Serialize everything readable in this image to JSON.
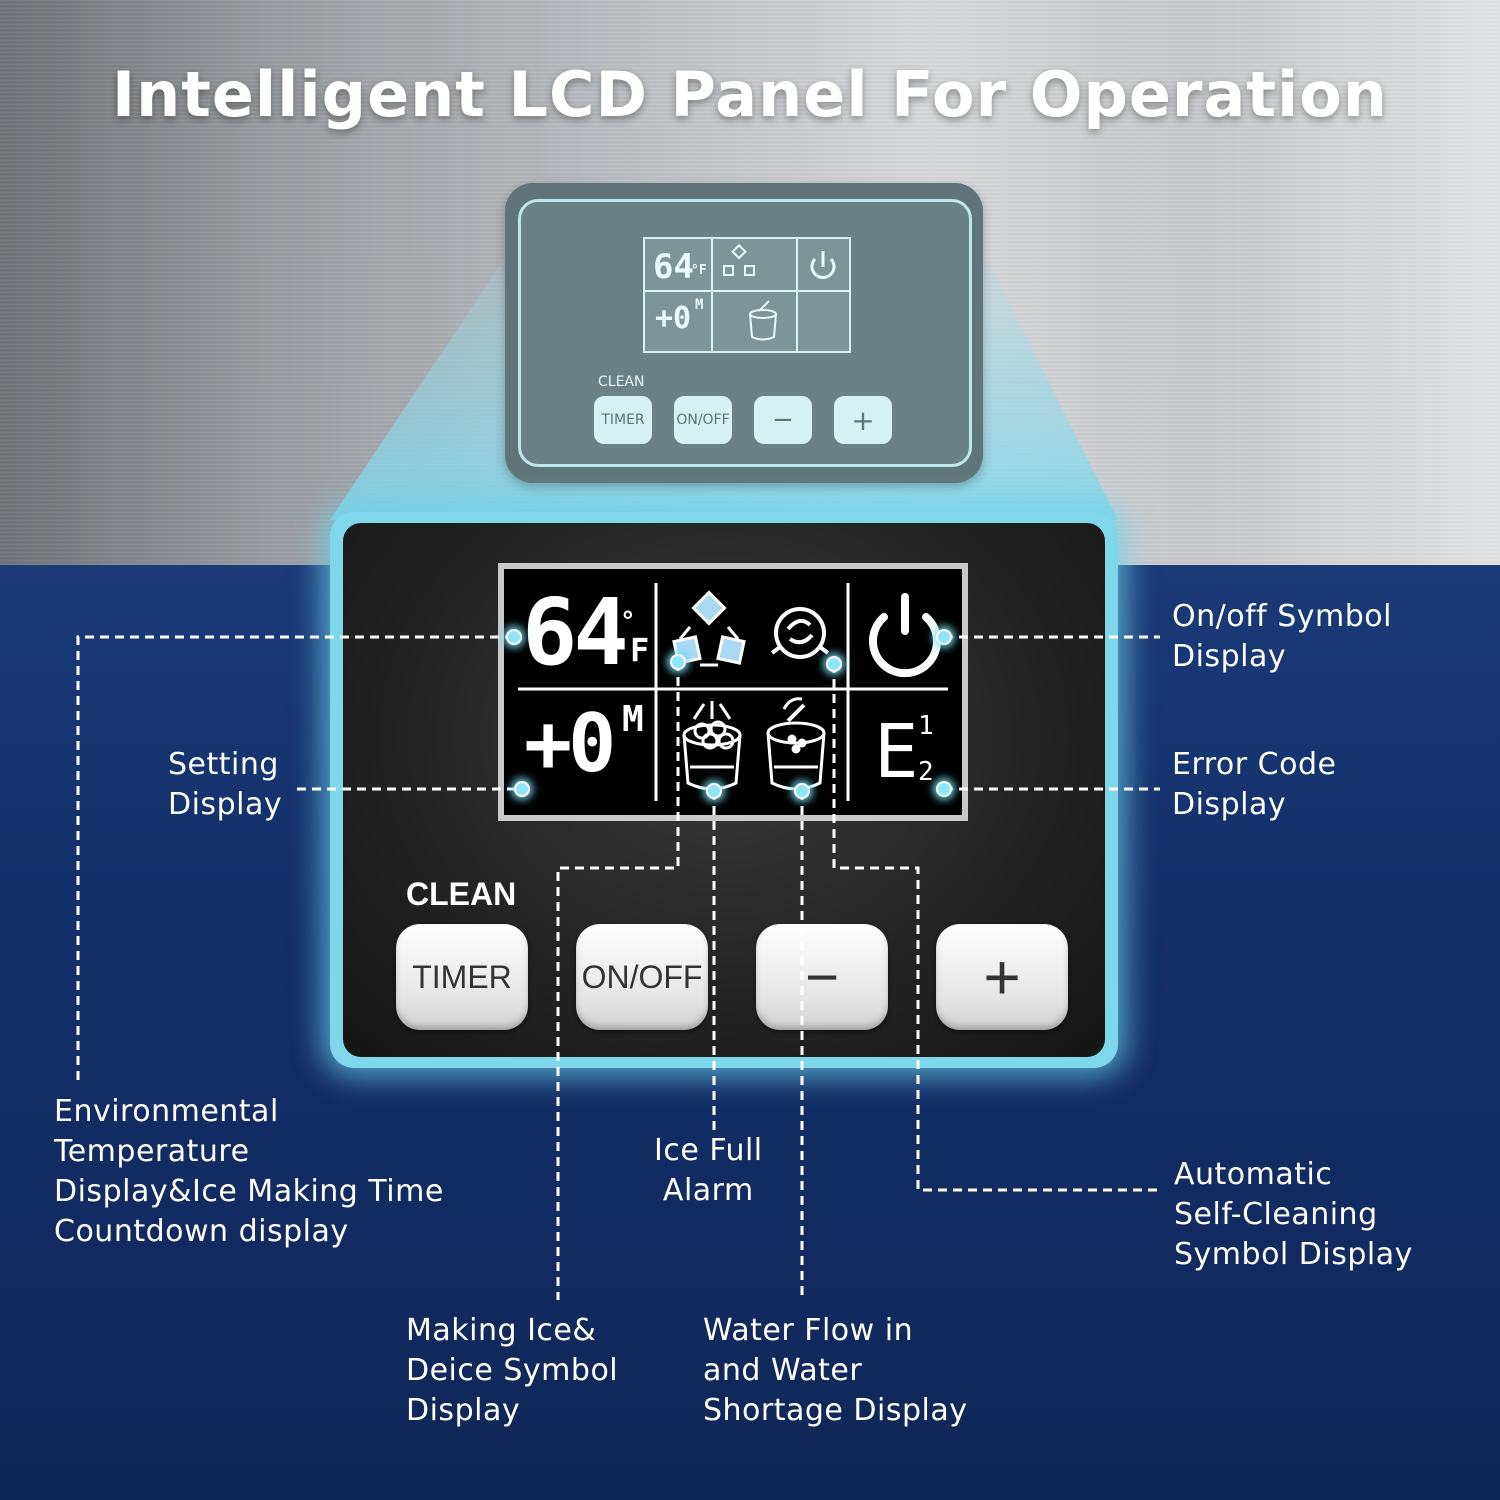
{
  "headline": "Intelligent LCD Panel For Operation",
  "small_panel": {
    "temp": "64",
    "unit": "°F",
    "setting": "+0",
    "setting_unit": "M",
    "clean_label": "CLEAN",
    "buttons": [
      "TIMER",
      "ON/OFF",
      "−",
      "+"
    ]
  },
  "big_panel": {
    "temp": "64",
    "unit_deg": "°",
    "unit": "F",
    "setting": "+0",
    "setting_unit": "M",
    "error_letter": "E",
    "error_sup": "1",
    "error_sub": "2",
    "clean_label": "CLEAN",
    "buttons": [
      "TIMER",
      "ON/OFF",
      "−",
      "+"
    ]
  },
  "labels": {
    "onoff": [
      "On/off Symbol",
      "Display"
    ],
    "setting": [
      "Setting",
      "Display"
    ],
    "error": [
      "Error Code",
      "Display"
    ],
    "environmental": [
      "Environmental",
      "Temperature",
      "Display&Ice Making Time",
      "Countdown display"
    ],
    "ice_full": [
      "Ice Full",
      "Alarm"
    ],
    "self_cleaning": [
      "Automatic",
      "Self-Cleaning",
      "Symbol Display"
    ],
    "making_ice": [
      "Making Ice&",
      "Deice Symbol",
      "Display"
    ],
    "water_flow": [
      "Water Flow in",
      "and Water",
      "Shortage Display"
    ]
  },
  "icons": [
    "ice-cubes-icon",
    "self-clean-icon",
    "power-icon",
    "ice-full-bucket-icon",
    "water-bucket-icon"
  ],
  "colors": {
    "navy": "#14306b",
    "glow": "#7fd7ec",
    "dot": "#8fe4f5"
  }
}
